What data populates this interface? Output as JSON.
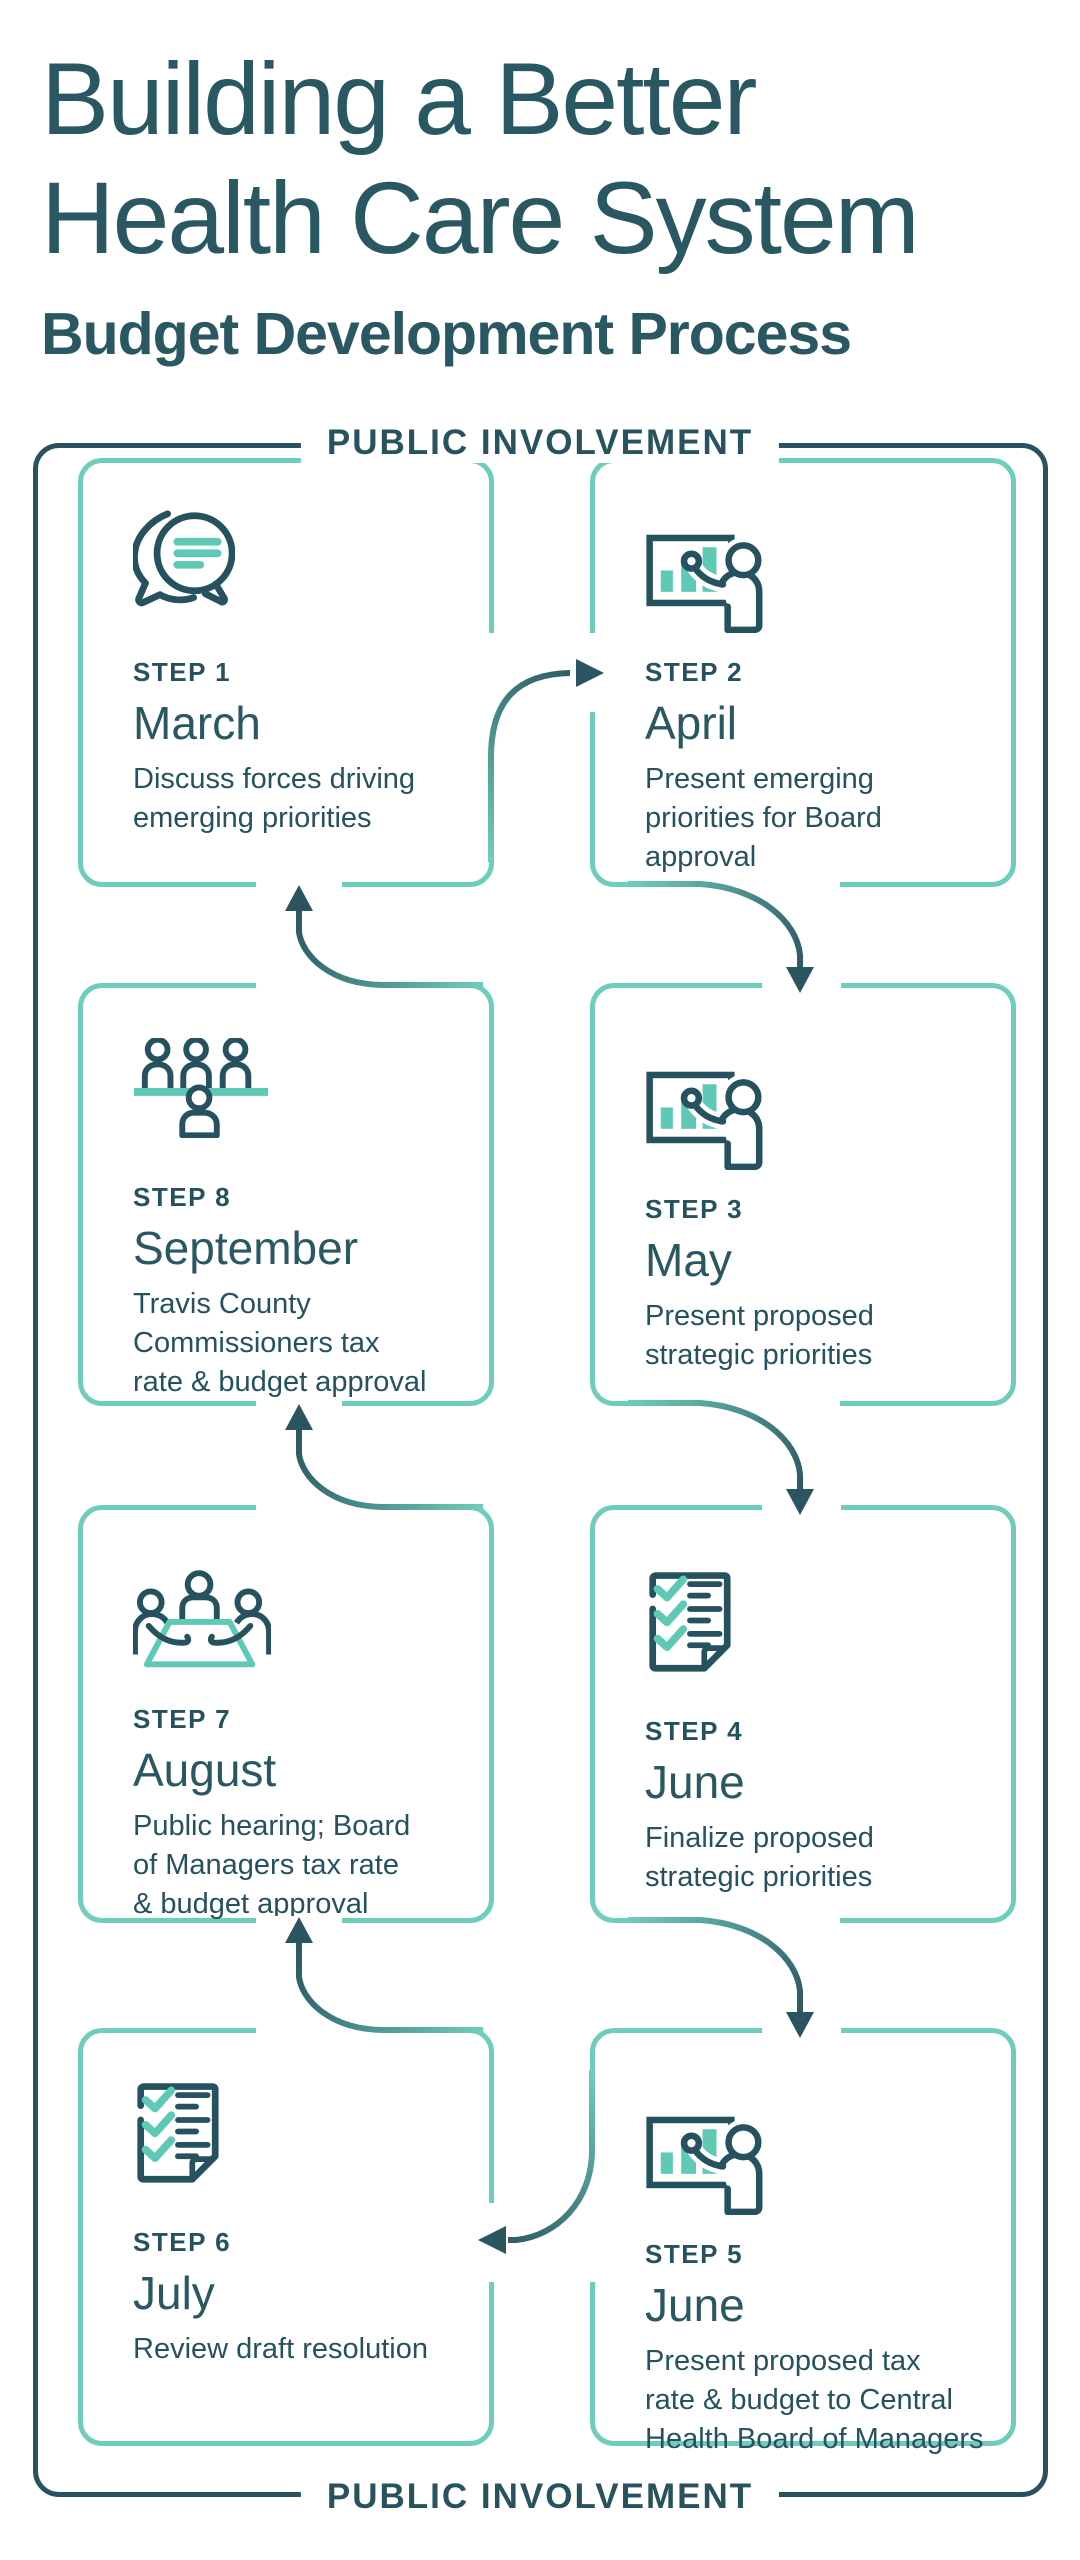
{
  "header": {
    "title_line1": "Building a Better",
    "title_line2": "Health Care System",
    "subtitle": "Budget Development Process"
  },
  "frame": {
    "top_label": "PUBLIC INVOLVEMENT",
    "bottom_label": "PUBLIC INVOLVEMENT"
  },
  "colors": {
    "dark_teal_text": "#25525E",
    "dark_teal_title": "#2A5862",
    "dark_teal_arrow": "#2A5560",
    "mint_border": "#6FCDBD",
    "mint_icon": "#5EC9B4",
    "background": "#FFFFFF"
  },
  "steps": [
    {
      "step_label": "STEP 1",
      "month": "March",
      "description": "Discuss forces driving\nemerging priorities",
      "icon": "speech-bubbles-icon"
    },
    {
      "step_label": "STEP 2",
      "month": "April",
      "description": "Present emerging\npriorities for Board\napproval",
      "icon": "presentation-chart-icon"
    },
    {
      "step_label": "STEP 3",
      "month": "May",
      "description": "Present proposed\nstrategic priorities",
      "icon": "presentation-chart-icon"
    },
    {
      "step_label": "STEP 4",
      "month": "June",
      "description": "Finalize proposed\nstrategic priorities",
      "icon": "checklist-document-icon"
    },
    {
      "step_label": "STEP 5",
      "month": "June",
      "description": "Present proposed tax\nrate & budget to Central\nHealth Board of Managers",
      "icon": "presentation-chart-icon"
    },
    {
      "step_label": "STEP 6",
      "month": "July",
      "description": "Review draft resolution",
      "icon": "checklist-document-icon"
    },
    {
      "step_label": "STEP 7",
      "month": "August",
      "description": "Public hearing; Board\nof Managers tax rate\n& budget approval",
      "icon": "meeting-table-icon"
    },
    {
      "step_label": "STEP 8",
      "month": "September",
      "description": "Travis County\nCommissioners tax\nrate & budget approval",
      "icon": "people-bench-icon"
    }
  ]
}
